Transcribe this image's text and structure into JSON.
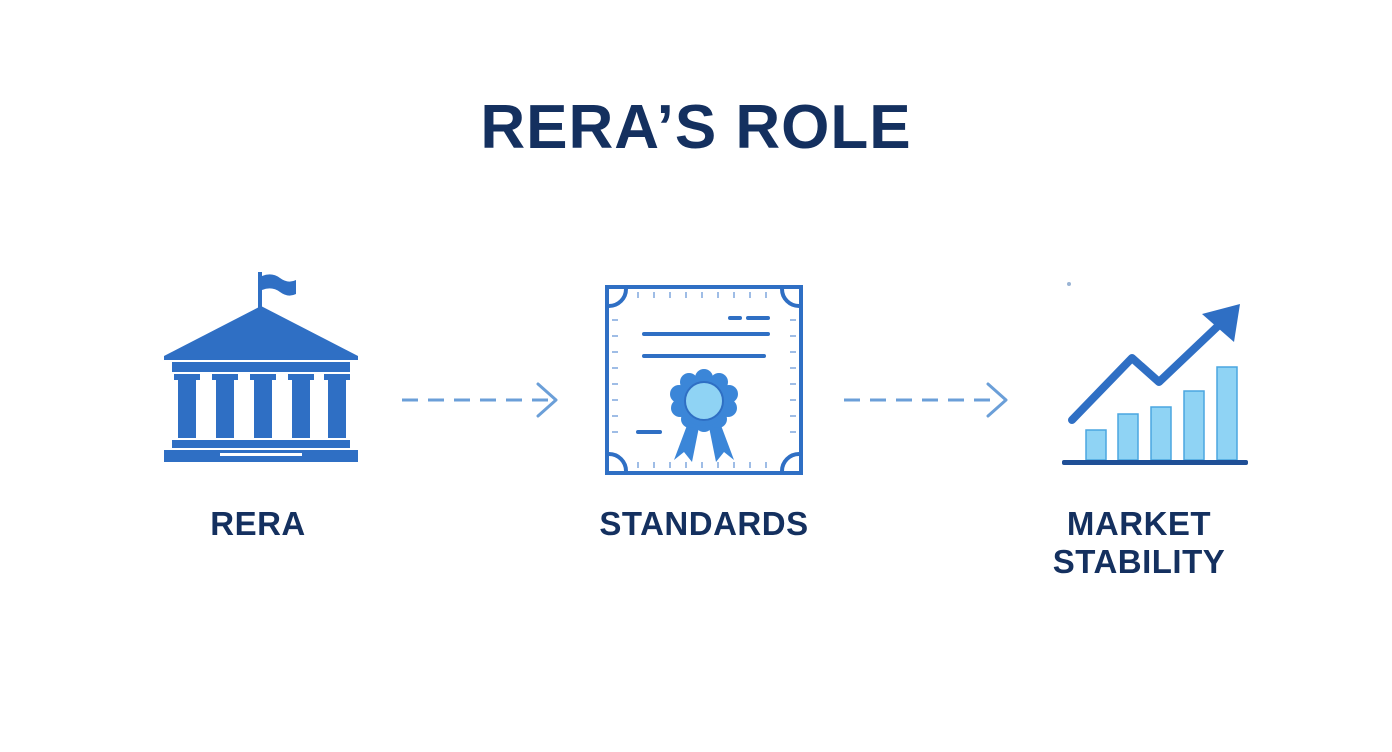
{
  "title": "RERA’S ROLE",
  "nodes": [
    {
      "label_lines": [
        "RERA"
      ],
      "icon": "government-building-icon"
    },
    {
      "label_lines": [
        "STANDARDS"
      ],
      "icon": "certificate-icon"
    },
    {
      "label_lines": [
        "MARKET",
        "STABILITY"
      ],
      "icon": "growth-chart-icon"
    }
  ],
  "arrows": [
    {
      "from": "RERA",
      "to": "STANDARDS",
      "style": "dashed"
    },
    {
      "from": "STANDARDS",
      "to": "MARKET STABILITY",
      "style": "dashed"
    }
  ],
  "colors": {
    "title_text": "#14305f",
    "icon_primary": "#2f6fc4",
    "icon_light": "#7fc8ec",
    "arrow": "#6b9fd8"
  }
}
